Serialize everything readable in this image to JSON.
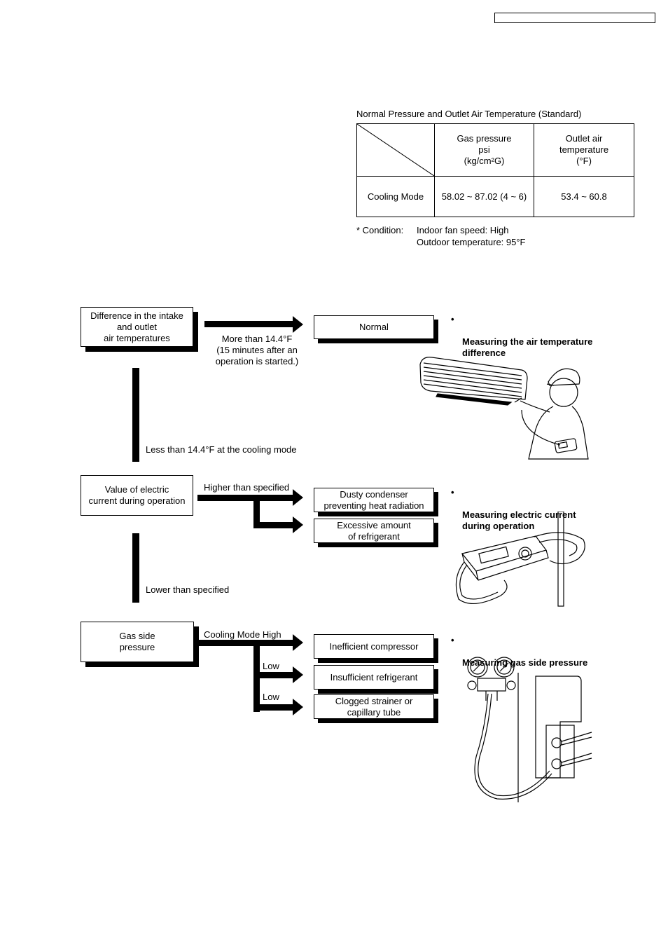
{
  "table": {
    "title": "Normal Pressure and Outlet Air Temperature (Standard)",
    "headers": [
      "",
      "Gas pressure\npsi\n(kg/cm²G)",
      "Outlet air\ntemperature\n(°F)"
    ],
    "rows": [
      {
        "mode": "Cooling Mode",
        "gas_pressure": "58.02 ~ 87.02 (4 ~ 6)",
        "outlet_temp": "53.4 ~ 60.8"
      }
    ],
    "condition_label": "* Condition:",
    "condition_lines": [
      "Indoor fan speed: High",
      "Outdoor temperature: 95°F"
    ]
  },
  "flow": {
    "step1": {
      "title": "Difference in the intake\nand outlet\nair temperatures",
      "branch_label": "More than 14.4°F\n(15 minutes after an\noperation is started.)",
      "result": "Normal",
      "down_label": "Less than 14.4°F at the cooling mode"
    },
    "step2": {
      "title": "Value of electric\ncurrent during operation",
      "branch_label": "Higher than specified",
      "results": [
        "Dusty condenser\npreventing heat radiation",
        "Excessive amount\nof refrigerant"
      ],
      "down_label": "Lower than specified"
    },
    "step3": {
      "title": "Gas side\npressure",
      "branch_labels": [
        "Cooling Mode High",
        "Low",
        "Low"
      ],
      "results": [
        "Inefficient compressor",
        "Insufficient refrigerant",
        "Clogged strainer or\ncapillary tube"
      ]
    }
  },
  "notes": {
    "bullet_symbol": "•",
    "measure1": "Measuring the air temperature\ndifference",
    "measure2": "Measuring electric current\nduring operation",
    "measure3": "Measuring gas side pressure"
  }
}
